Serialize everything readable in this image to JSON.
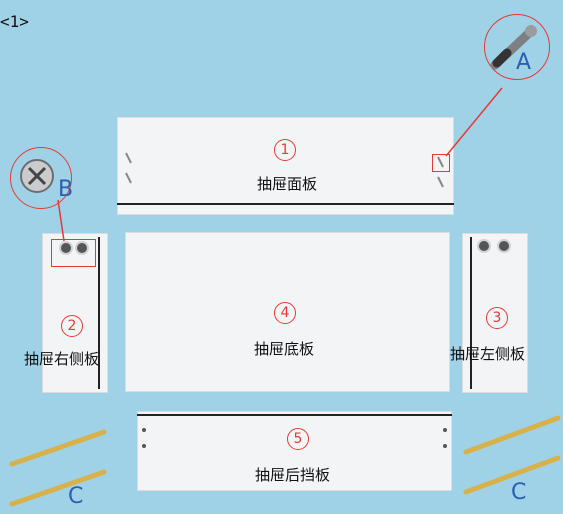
{
  "step_label": "<1>",
  "parts": {
    "front": {
      "number": "1",
      "name": "抽屉面板"
    },
    "right_side": {
      "number": "2",
      "name": "抽屉右侧板"
    },
    "left_side": {
      "number": "3",
      "name": "抽屉左侧板"
    },
    "bottom": {
      "number": "4",
      "name": "抽屉底板"
    },
    "back": {
      "number": "5",
      "name": "抽屉后挡板"
    }
  },
  "hardware": {
    "cam_bolt": "A",
    "cam_lock": "B",
    "screw_left": "C",
    "screw_right": "C"
  },
  "colors": {
    "background": "#9fd2e6",
    "panel": "#f3f4f5",
    "callout": "#e53a33",
    "letter": "#2b5fb0",
    "screw": "#d8b14a"
  }
}
